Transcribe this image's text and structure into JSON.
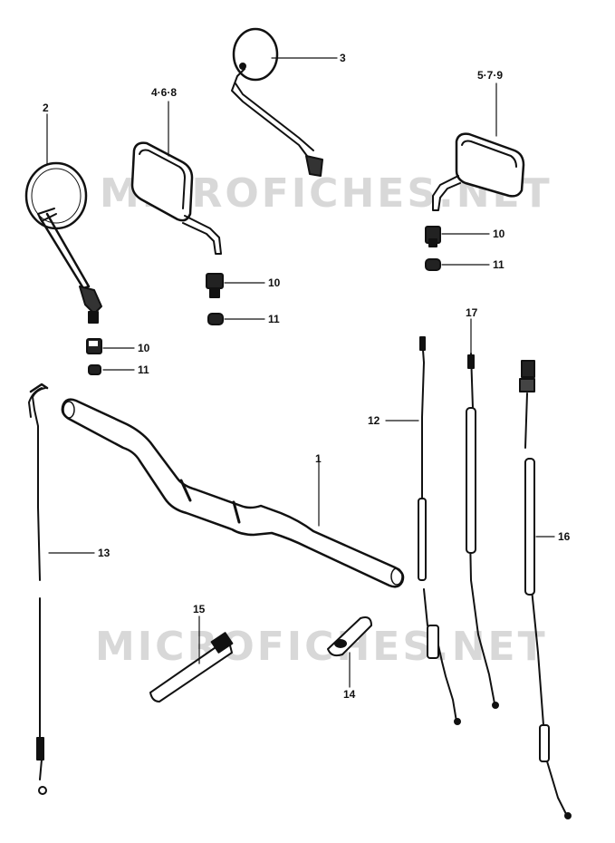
{
  "watermark": "MICROFICHES.NET",
  "callouts": {
    "c1": "1",
    "c2": "2",
    "c3": "3",
    "c468": "4·6·8",
    "c579": "5·7·9",
    "c10a": "10",
    "c11a": "11",
    "c10b": "10",
    "c11b": "11",
    "c10c": "10",
    "c11c": "11",
    "c12": "12",
    "c13": "13",
    "c14": "14",
    "c15": "15",
    "c16": "16",
    "c17": "17"
  }
}
